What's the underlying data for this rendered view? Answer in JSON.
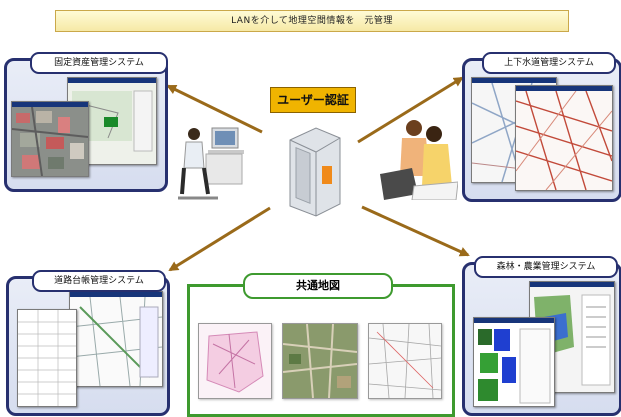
{
  "banner": {
    "title": "LANを介して地理空間情報を　元管理"
  },
  "systems": {
    "fixed_asset": "固定資産管理システム",
    "water": "上下水道管理システム",
    "road": "道路台帳管理システム",
    "forest": "森林・農業管理システム"
  },
  "center": {
    "auth_label": "ユーザー認証",
    "common_map_label": "共通地図"
  },
  "colors": {
    "system_frame": "#27306f",
    "common_frame": "#3e9a2f",
    "arrow": "#9a6a1a",
    "auth_fill": "#f0b400"
  }
}
